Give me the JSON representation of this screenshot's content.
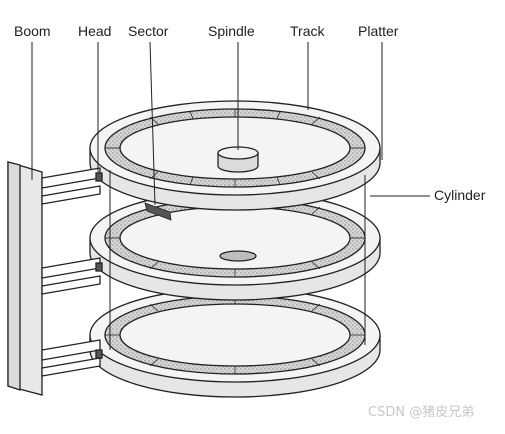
{
  "labels": {
    "boom": "Boom",
    "head": "Head",
    "sector": "Sector",
    "spindle": "Spindle",
    "track": "Track",
    "platter": "Platter",
    "cylinder": "Cylinder"
  },
  "watermark": "CSDN @猪皮兄弟",
  "colors": {
    "line": "#222222",
    "platter_fill": "#f4f4f4",
    "track_fill": "#cfcfcf",
    "sector_fill": "#555555"
  }
}
